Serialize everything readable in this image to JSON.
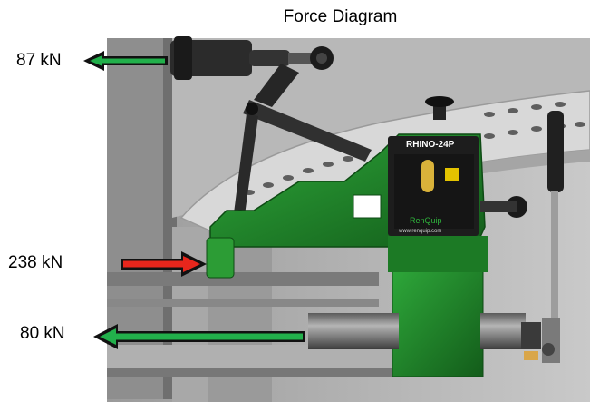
{
  "title": "Force Diagram",
  "forces": [
    {
      "label": "87 kN",
      "direction": "left",
      "color": "#22b04b"
    },
    {
      "label": "238 kN",
      "direction": "right",
      "color": "#e8261c"
    },
    {
      "label": "80 kN",
      "direction": "left",
      "color": "#22b04b"
    }
  ],
  "device": {
    "model": "RHINO-24P",
    "brand": "RenQuip",
    "website": "www.renquip.com",
    "body_color": "#1f8a2a"
  }
}
